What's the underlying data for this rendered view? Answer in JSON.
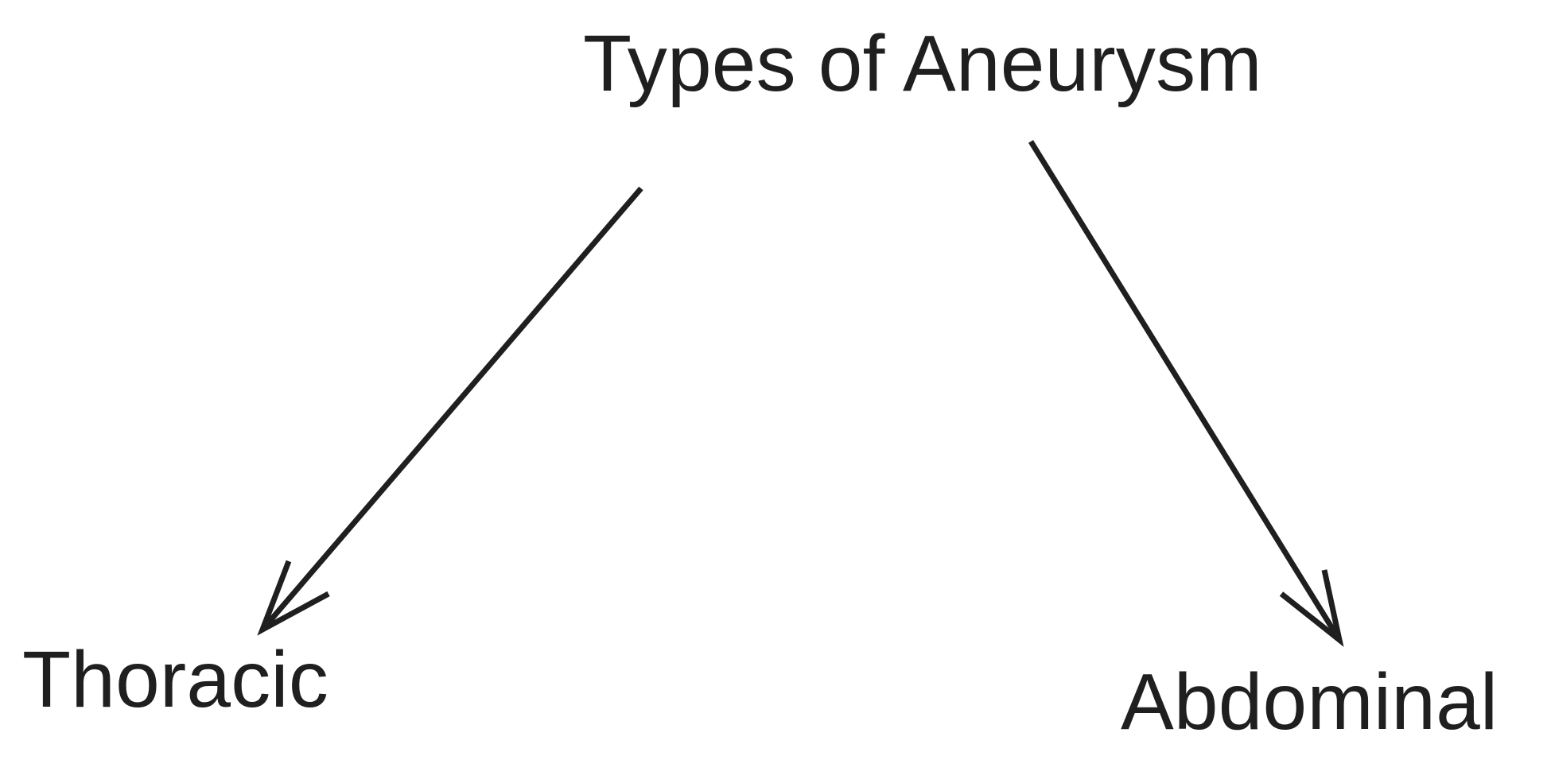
{
  "diagram": {
    "title_text": "Types of Aneurysm",
    "type": "hierarchy-tree",
    "background_color": "#ffffff",
    "stroke_color": "#1f1f1f",
    "text_color": "#1f1f1f",
    "nodes": [
      {
        "id": "root",
        "label": "Types of Aneurysm",
        "role": "root"
      },
      {
        "id": "thoracic",
        "label": "Thoracic",
        "role": "leaf"
      },
      {
        "id": "abdominal",
        "label": "Abdominal",
        "role": "leaf"
      }
    ],
    "edges": [
      {
        "id": "edge-root-thoracic",
        "from": "root",
        "to": "thoracic",
        "arrowhead": "open-v"
      },
      {
        "id": "edge-root-abdominal",
        "from": "root",
        "to": "abdominal",
        "arrowhead": "open-v"
      }
    ]
  }
}
